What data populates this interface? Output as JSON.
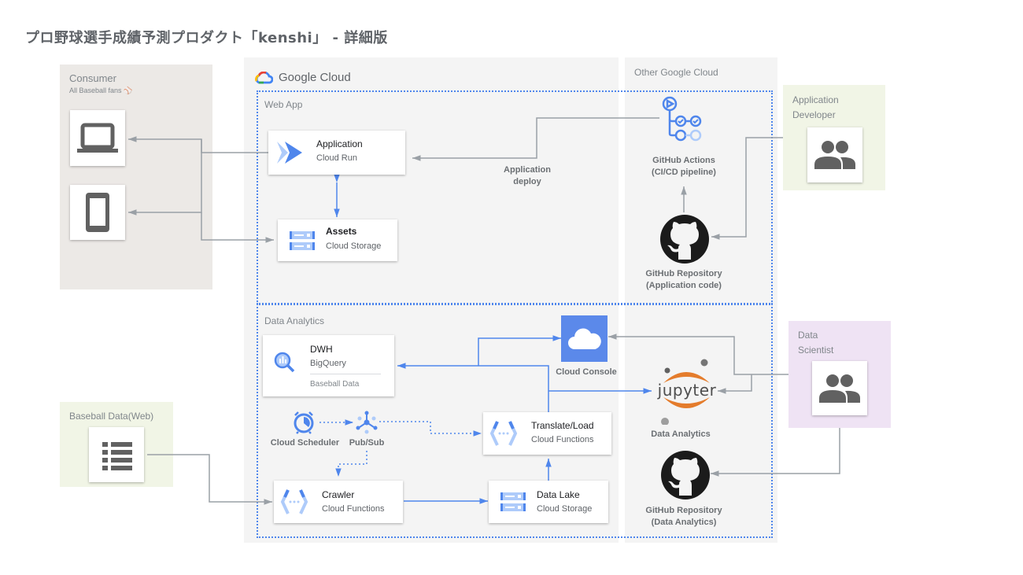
{
  "title": "プロ野球選手成績予測プロダクト「kenshi」 - 詳細版",
  "zones": {
    "consumer": {
      "label": "Consumer",
      "sublabel": "All Baseball fans ⚾"
    },
    "google_cloud": {
      "label": "Google Cloud"
    },
    "other_google_cloud": {
      "label": "Other Google Cloud"
    },
    "web_app": {
      "label": "Web App"
    },
    "data_analytics": {
      "label": "Data Analytics"
    },
    "application_developer": {
      "label_line1": "Application",
      "label_line2": "Developer"
    },
    "data_scientist": {
      "label_line1": "Data",
      "label_line2": "Scientist"
    },
    "baseball_data_web": {
      "label": "Baseball Data(Web)"
    }
  },
  "nodes": {
    "application": {
      "title": "Application",
      "subtitle": "Cloud Run"
    },
    "assets": {
      "title": "Assets",
      "subtitle": "Cloud Storage"
    },
    "dwh": {
      "title": "DWH",
      "subtitle": "BigQuery",
      "note": "Baseball Data"
    },
    "translate_load": {
      "title": "Translate/Load",
      "subtitle": "Cloud Functions"
    },
    "crawler": {
      "title": "Crawler",
      "subtitle": "Cloud Functions"
    },
    "data_lake": {
      "title": "Data Lake",
      "subtitle": "Cloud Storage"
    },
    "cloud_scheduler": {
      "label": "Cloud Scheduler"
    },
    "pubsub": {
      "label": "Pub/Sub"
    },
    "cloud_console": {
      "label": "Cloud Console"
    },
    "jupyter": {
      "wordmark": "jupyter",
      "label": "Data Analytics"
    },
    "github_actions": {
      "label_line1": "GitHub Actions",
      "label_line2": "(CI/CD pipeline)"
    },
    "github_repo_app": {
      "label_line1": "GitHub Repository",
      "label_line2": "(Application code)"
    },
    "github_repo_da": {
      "label_line1": "GitHub Repository",
      "label_line2": "(Data Analytics)"
    }
  },
  "edge_labels": {
    "app_deploy_line1": "Application",
    "app_deploy_line2": "deploy"
  },
  "colors": {
    "gcp_blue": "#4f86ec",
    "connector_gray": "#9aa0a6",
    "jupyter_orange": "#e47c2c"
  }
}
